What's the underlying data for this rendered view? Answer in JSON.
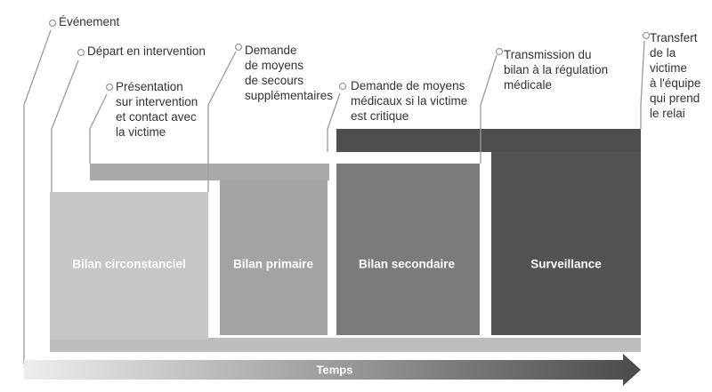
{
  "callouts": {
    "event": [
      "Événement"
    ],
    "departure": [
      "Départ en intervention"
    ],
    "presentation": [
      "Présentation",
      "sur intervention",
      "et contact avec",
      "la victime"
    ],
    "extra_help": [
      "Demande",
      "de moyens",
      "de secours",
      "supplémentaires"
    ],
    "medical_means": [
      "Demande de moyens",
      "médicaux si la victime",
      "est critique"
    ],
    "transmission": [
      "Transmission du",
      "bilan à la régulation",
      "médicale"
    ],
    "handover": [
      "Transfert",
      "de la",
      "victime",
      "à l'équipe",
      "qui prend",
      "le relai"
    ]
  },
  "phases": {
    "circumstantial": "Bilan circonstanciel",
    "primary": "Bilan primaire",
    "secondary": "Bilan secondaire",
    "monitoring": "Surveillance"
  },
  "timeline": {
    "label": "Temps"
  },
  "colors": {
    "phase_circumstantial": "#c6c6c6",
    "phase_primary": "#a3a3a3",
    "phase_secondary": "#7b7b7b",
    "phase_monitoring": "#535353",
    "band_light": "#bdbdbd",
    "band_mid": "#a9a9a9",
    "band_dark": "#4e4e4e",
    "arrow_left": "#eeeeee",
    "arrow_right": "#4a4a4a",
    "leader_line": "#9a9a9a"
  }
}
